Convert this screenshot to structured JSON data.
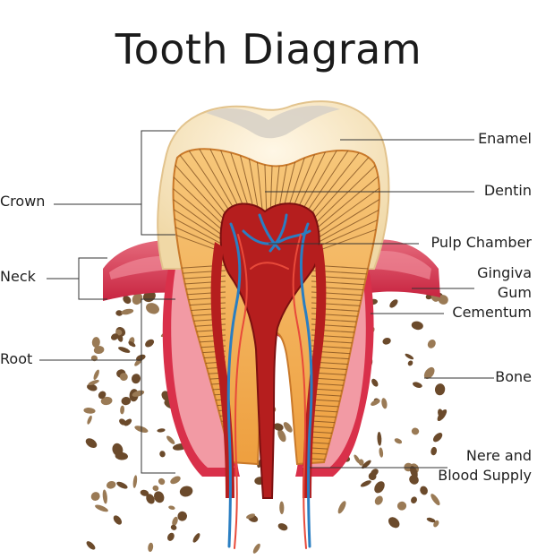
{
  "title": "Tooth Diagram",
  "labels": {
    "enamel": "Enamel",
    "dentin": "Dentin",
    "crown": "Crown",
    "pulp_chamber": "Pulp Chamber",
    "neck": "Neck",
    "gingiva": "Gingiva",
    "gum": "Gum",
    "cementum": "Cementum",
    "root": "Root",
    "bone": "Bone",
    "nerve_line1": "Nere and",
    "nerve_line2": "Blood Supply"
  },
  "colors": {
    "enamel": "#f6e6c4",
    "dentin": "#f2b25a",
    "pulp": "#b51e1e",
    "gum": "#d9304a",
    "bone": "#7a5b3a",
    "nerve": "#2a7ec2"
  }
}
